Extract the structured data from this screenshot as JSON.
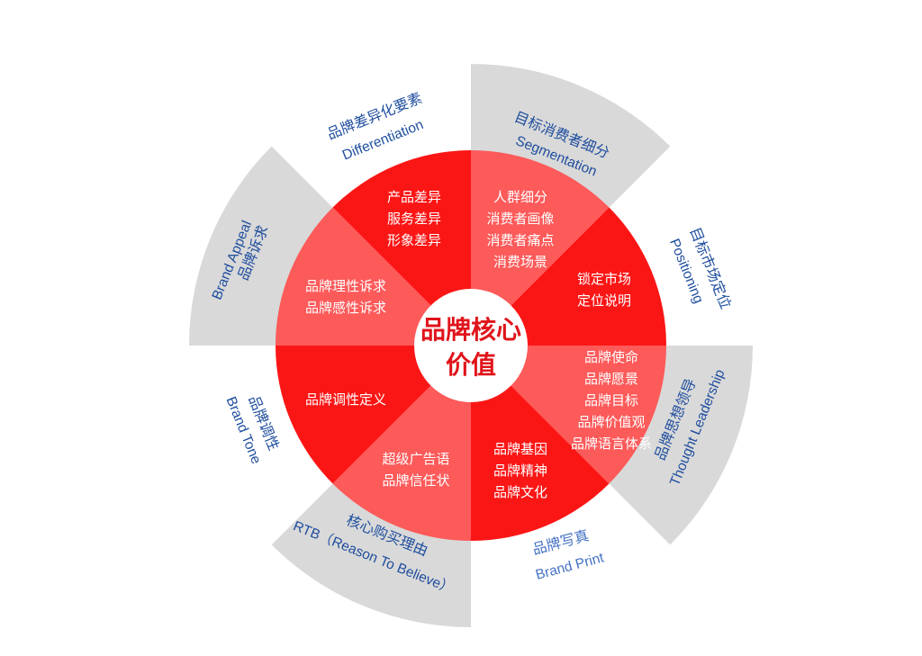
{
  "center": {
    "line1": "品牌核心",
    "line2": "价值"
  },
  "colors": {
    "red_dark": "#fb1616",
    "red_light": "#fd5a5a",
    "gray": "#d9d9d9",
    "blue_label": "#1f4e9e",
    "light_blue_label": "#4472c4"
  },
  "segments": [
    {
      "id": "segmentation",
      "items": [
        "人群细分",
        "消费者画像",
        "消费者痛点",
        "消费场景"
      ],
      "label_cn": "目标消费者细分",
      "label_en": "Segmentation",
      "highlighted": true
    },
    {
      "id": "positioning",
      "items": [
        "锁定市场",
        "定位说明"
      ],
      "label_cn": "目标市场定位",
      "label_en": "Positioning",
      "highlighted": false
    },
    {
      "id": "thought-leadership",
      "items": [
        "品牌使命",
        "品牌愿景",
        "品牌目标",
        "品牌价值观",
        "品牌语言体系"
      ],
      "label_cn": "品牌思想领导",
      "label_en": "Thought Leadership",
      "highlighted": true
    },
    {
      "id": "brand-print",
      "items": [
        "品牌基因",
        "品牌精神",
        "品牌文化"
      ],
      "label_cn": "品牌写真",
      "label_en": "Brand Print",
      "highlighted": false
    },
    {
      "id": "rtb",
      "items": [
        "超级广告语",
        "品牌信任状"
      ],
      "label_cn": "核心购买理由",
      "label_en": "RTB（Reason To Believe）",
      "highlighted": true
    },
    {
      "id": "brand-tone",
      "items": [
        "品牌调性定义"
      ],
      "label_cn": "品牌调性",
      "label_en": "Brand Tone",
      "highlighted": false
    },
    {
      "id": "brand-appeal",
      "items": [
        "品牌理性诉求",
        "品牌感性诉求"
      ],
      "label_cn": "品牌诉求",
      "label_en": "Brand Appeal",
      "highlighted": true
    },
    {
      "id": "differentiation",
      "items": [
        "产品差异",
        "服务差异",
        "形象差异"
      ],
      "label_cn": "品牌差异化要素",
      "label_en": "Differentiation",
      "highlighted": false
    }
  ]
}
